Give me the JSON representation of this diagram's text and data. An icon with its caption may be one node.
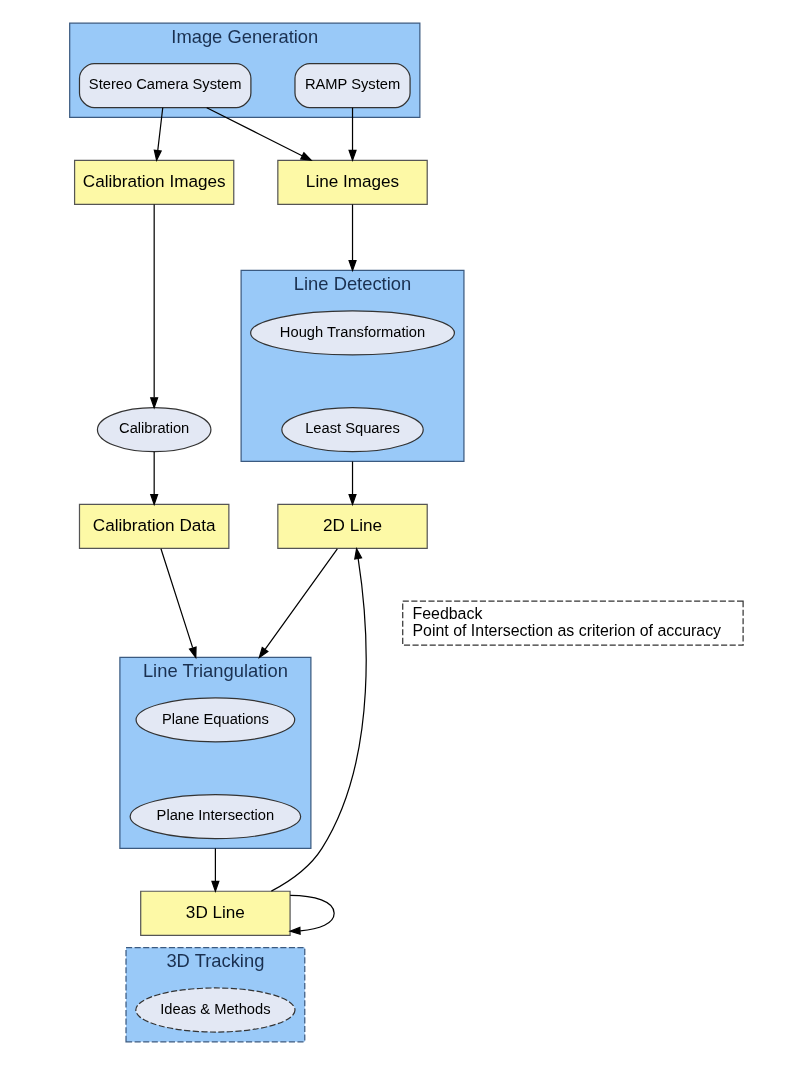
{
  "diagram": {
    "nodes": [
      {
        "text": [
          "Image Generation"
        ]
      },
      {
        "text": [
          "Stereo Camera System"
        ],
        "in": 0
      },
      {
        "text": [
          "RAMP System"
        ],
        "in": 0
      },
      {
        "text": [
          "Calibration Images"
        ]
      },
      {
        "text": [
          "Line Images"
        ]
      },
      {
        "text": [
          "Calibration"
        ]
      },
      {
        "text": [
          "Line Detection"
        ]
      },
      {
        "text": [
          "Hough Transformation"
        ],
        "in": 6
      },
      {
        "text": [
          "Least Squares"
        ],
        "in": 6
      },
      {
        "text": [
          "Calibration Data"
        ]
      },
      {
        "text": [
          "2D Line"
        ]
      },
      {
        "text": [
          "Line Triangulation"
        ]
      },
      {
        "text": [
          "Plane Equations"
        ],
        "in": 11
      },
      {
        "text": [
          "Plane Intersection"
        ],
        "in": 11
      },
      {
        "text": [
          "Feedback",
          "Point of Intersection as criterion of accuracy"
        ]
      },
      {
        "text": [
          "3D Line"
        ]
      },
      {
        "text": [
          "3D Tracking"
        ]
      },
      {
        "text": [
          "Ideas & Methods"
        ],
        "in": 16
      }
    ],
    "edges": [
      {
        "from": 1,
        "to": 3,
        "arrow": "to"
      },
      {
        "from": 1,
        "to": 4,
        "arrow": "to"
      },
      {
        "from": 2,
        "to": 4,
        "arrow": "to"
      },
      {
        "from": 4,
        "to": 6,
        "arrow": "to"
      },
      {
        "from": 3,
        "to": 5,
        "arrow": "to"
      },
      {
        "from": 5,
        "to": 9,
        "arrow": "to"
      },
      {
        "from": 6,
        "to": 10,
        "arrow": "to"
      },
      {
        "from": 9,
        "to": 11,
        "arrow": "to"
      },
      {
        "from": 10,
        "to": 11,
        "arrow": "to"
      },
      {
        "from": 11,
        "to": 15,
        "arrow": "to"
      },
      {
        "from": 15,
        "to": 10,
        "arrow": "to"
      },
      {
        "from": 15,
        "to": 15,
        "arrow": "to"
      }
    ]
  }
}
